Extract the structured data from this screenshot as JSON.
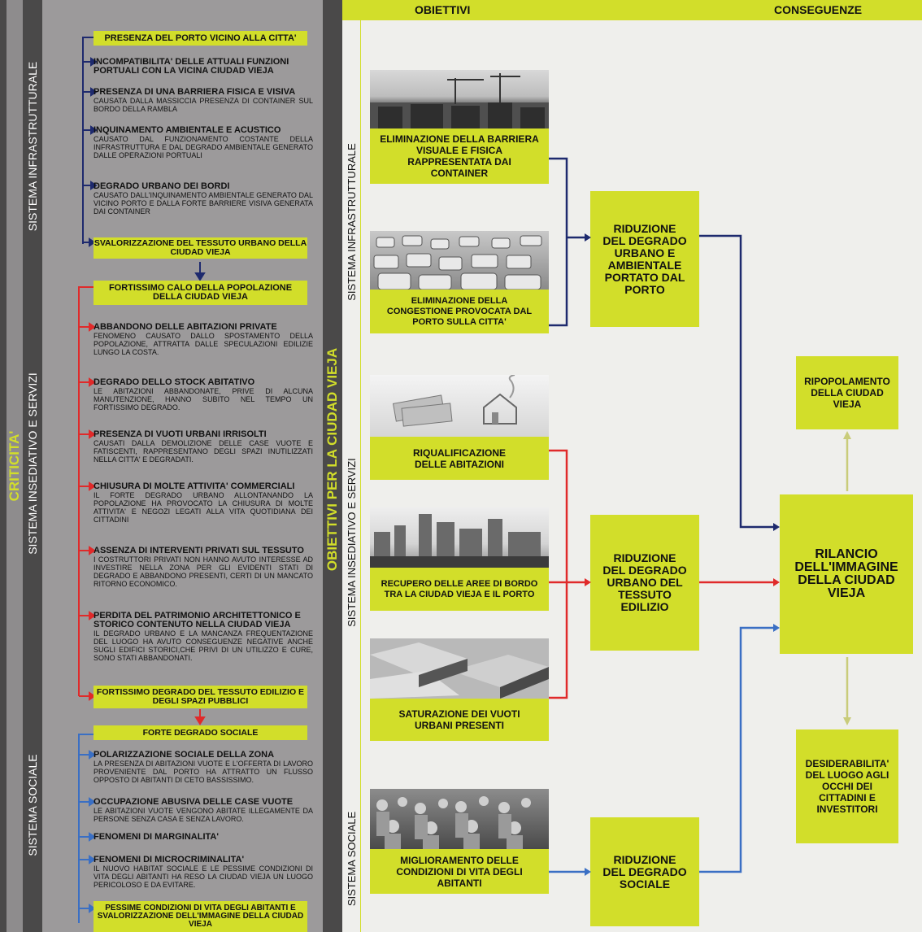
{
  "header": {
    "obiettivi": "OBIETTIVI",
    "conseguenze": "CONSEGUENZE"
  },
  "left_labels": {
    "criticita": "CRITICITA'",
    "sys_infra": "SISTEMA  INFRASTRUTTURALE",
    "sys_insed": "SISTEMA  INSEDIATIVO E SERVIZI",
    "sys_soc": "SISTEMA SOCIALE"
  },
  "center_labels": {
    "title": "OBIETTIVI PER LA  CIUDAD VIEJA",
    "sys_infra": "SISTEMA INFRASTRUTTURALE",
    "sys_insed": "SISTEMA INSEDIATIVO E SERVIZI",
    "sys_soc": "SISTEMA SOCIALE"
  },
  "infra": {
    "box_top": "PRESENZA DEL PORTO VICINO ALLA CITTA'",
    "items": [
      {
        "h": "INCOMPATIBILITA' DELLE ATTUALI FUNZIONI PORTUALI CON LA VICINA CIUDAD VIEJA",
        "d": ""
      },
      {
        "h": "PRESENZA DI UNA BARRIERA FISICA E VISIVA",
        "d": "CAUSATA DALLA MASSICCIA PRESENZA DI CONTAINER SUL BORDO DELLA RAMBLA"
      },
      {
        "h": "INQUINAMENTO AMBIENTALE E ACUSTICO",
        "d": "CAUSATO DAL FUNZIONAMENTO COSTANTE DELLA INFRASTRUTTURA E DAL DEGRADO AMBIENTALE GENERATO DALLE OPERAZIONI PORTUALI"
      },
      {
        "h": "DEGRADO URBANO DEI BORDI",
        "d": "CAUSATO DALL'INQUINAMENTO AMBIENTALE GENERATO DAL VICINO PORTO E DALLA FORTE BARRIERE VISIVA GENERATA DAI CONTAINER"
      }
    ],
    "box_bottom": "SVALORIZZAZIONE DEL TESSUTO URBANO DELLA CIUDAD VIEJA"
  },
  "insed": {
    "box_top": "FORTISSIMO CALO DELLA POPOLAZIONE DELLA CIUDAD VIEJA",
    "items": [
      {
        "h": "ABBANDONO DELLE ABITAZIONI PRIVATE",
        "d": "FENOMENO CAUSATO DALLO SPOSTAMENTO DELLA POPOLAZIONE, ATTRATTA DALLE SPECULAZIONI EDILIZIE LUNGO LA COSTA."
      },
      {
        "h": "DEGRADO DELLO STOCK ABITATIVO",
        "d": "LE ABITAZIONI ABBANDONATE, PRIVE DI ALCUNA MANUTENZIONE, HANNO SUBITO NEL TEMPO UN FORTISSIMO DEGRADO."
      },
      {
        "h": "PRESENZA DI VUOTI URBANI IRRISOLTI",
        "d": "CAUSATI DALLA DEMOLIZIONE DELLE CASE VUOTE E FATISCENTI, RAPPRESENTANO DEGLI SPAZI INUTILIZZATI NELLA CITTA' E DEGRADATI."
      },
      {
        "h": "CHIUSURA DI MOLTE ATTIVITA' COMMERCIALI",
        "d": "IL FORTE DEGRADO URBANO ALLONTANANDO LA POPOLAZIONE HA PROVOCATO LA CHIUSURA DI MOLTE ATTIVITA' E NEGOZI LEGATI ALLA VITA QUOTIDIANA DEI CITTADINI"
      },
      {
        "h": "ASSENZA DI INTERVENTI PRIVATI SUL TESSUTO",
        "d": "I COSTRUTTORI PRIVATI NON HANNO AVUTO INTERESSE AD INVESTIRE NELLA ZONA PER GLI EVIDENTI STATI DI DEGRADO E ABBANDONO PRESENTI, CERTI DI UN MANCATO RITORNO ECONOMICO."
      },
      {
        "h": "PERDITA DEL PATRIMONIO ARCHITETTONICO E STORICO CONTENUTO NELLA CIUDAD VIEJA",
        "d": "IL DEGRADO URBANO E LA MANCANZA FREQUENTAZIONE DEL LUOGO HA AVUTO CONSEGUENZE NEGATIVE ANCHE SUGLI EDIFICI STORICI,CHE PRIVI DI UN UTILIZZO E CURE, SONO STATI ABBANDONATI."
      }
    ],
    "box_bottom": "FORTISSIMO DEGRADO DEL TESSUTO EDILIZIO  E DEGLI SPAZI PUBBLICI"
  },
  "soc": {
    "box_top": "FORTE DEGRADO SOCIALE",
    "items": [
      {
        "h": "POLARIZZAZIONE SOCIALE DELLA ZONA",
        "d": "LA PRESENZA DI ABITAZIONI VUOTE E L'OFFERTA DI LAVORO PROVENIENTE DAL PORTO HA ATTRATTO UN FLUSSO OPPOSTO DI ABITANTI DI CETO BASSISSIMO."
      },
      {
        "h": "OCCUPAZIONE ABUSIVA DELLE CASE VUOTE",
        "d": "LE ABITAZIONI VUOTE VENGONO ABITATE ILLEGAMENTE DA PERSONE SENZA CASA E SENZA LAVORO."
      },
      {
        "h": "FENOMENI DI MARGINALITA'",
        "d": ""
      },
      {
        "h": "FENOMENI DI MICROCRIMINALITA'",
        "d": "IL NUOVO HABITAT SOCIALE E LE PESSIME CONDIZIONI DI VITA DEGLI ABITANTI HA RESO LA CIUDAD VIEJA UN LUOGO PERICOLOSO E DA EVITARE."
      }
    ],
    "box_bottom": "PESSIME CONDIZIONI DI VITA DEGLI ABITANTI E  SVALORIZZAZIONE DELL'IMMAGINE DELLA CIUDAD VIEJA"
  },
  "objectives": {
    "o1": "ELIMINAZIONE DELLA BARRIERA VISUALE E FISICA RAPPRESENTATA DAI CONTAINER",
    "o2": "ELIMINAZIONE DELLA CONGESTIONE PROVOCATA DAL PORTO SULLA CITTA'",
    "o3": "RIQUALIFICAZIONE DELLE ABITAZIONI",
    "o4": "RECUPERO DELLE AREE DI BORDO TRA LA CIUDAD VIEJA E IL PORTO",
    "o5": "SATURAZIONE DEI VUOTI URBANI  PRESENTI",
    "o6": "MIGLIORAMENTO DELLE CONDIZIONI DI VITA DEGLI ABITANTI"
  },
  "reductions": {
    "r1": "RIDUZIONE DEL DEGRADO URBANO E AMBIENTALE PORTATO DAL PORTO",
    "r2": "RIDUZIONE DEL DEGRADO URBANO DEL TESSUTO EDILIZIO",
    "r3": "RIDUZIONE DEL DEGRADO SOCIALE"
  },
  "consequences": {
    "c1": "RIPOPOLAMENTO DELLA CIUDAD VIEJA",
    "c2": "RILANCIO DELL'IMMAGINE DELLA CIUDAD VIEJA",
    "c3": "DESIDERABILITA' DEL LUOGO AGLI OCCHI DEI CITTADINI E INVESTITORI"
  },
  "colors": {
    "accent": "#d2de2a",
    "panel": "#9c9a9b",
    "dark_bar": "#4a4949",
    "navy": "#1e2a6e",
    "red": "#e02a2a",
    "blue": "#3a6fc4",
    "olive": "#c9cc7a"
  }
}
